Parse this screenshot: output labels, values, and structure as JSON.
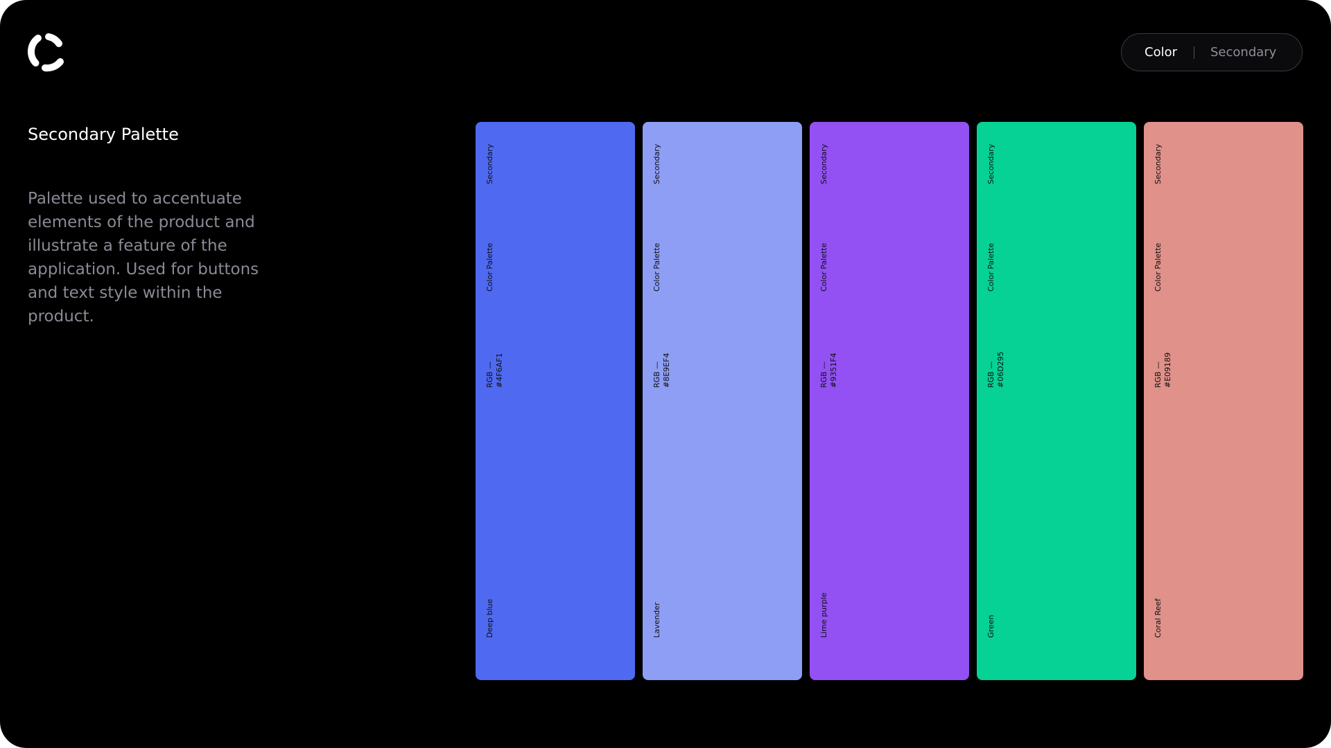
{
  "header": {
    "logo": {
      "icon": "c-logo-icon",
      "color": "#ffffff"
    },
    "toggle": {
      "options": [
        {
          "label": "Color",
          "active": true
        },
        {
          "label": "Secondary",
          "active": false
        }
      ]
    }
  },
  "intro": {
    "title": "Secondary Palette",
    "description": "Palette used to accentuate elements of the product and illustrate a feature of the application. Used for buttons and text style within the product."
  },
  "swatches": [
    {
      "category": "Secondary",
      "group": "Color Palette",
      "rgb_label": "RGB —\n#4F6AF1",
      "name": "Deep blue",
      "color": "#4F6AF1"
    },
    {
      "category": "Secondary",
      "group": "Color Palette",
      "rgb_label": "RGB —\n#8E9EF4",
      "name": "Lavender",
      "color": "#8E9EF4"
    },
    {
      "category": "Secondary",
      "group": "Color Palette",
      "rgb_label": "RGB —\n#9351F4",
      "name": "Lime purple",
      "color": "#9351F4"
    },
    {
      "category": "Secondary",
      "group": "Color Palette",
      "rgb_label": "RGB —\n#06D295",
      "name": "Green",
      "color": "#06D295"
    },
    {
      "category": "Secondary",
      "group": "Color Palette",
      "rgb_label": "RGB —\n#E09189",
      "name": "Coral Reef",
      "color": "#E09189"
    }
  ]
}
